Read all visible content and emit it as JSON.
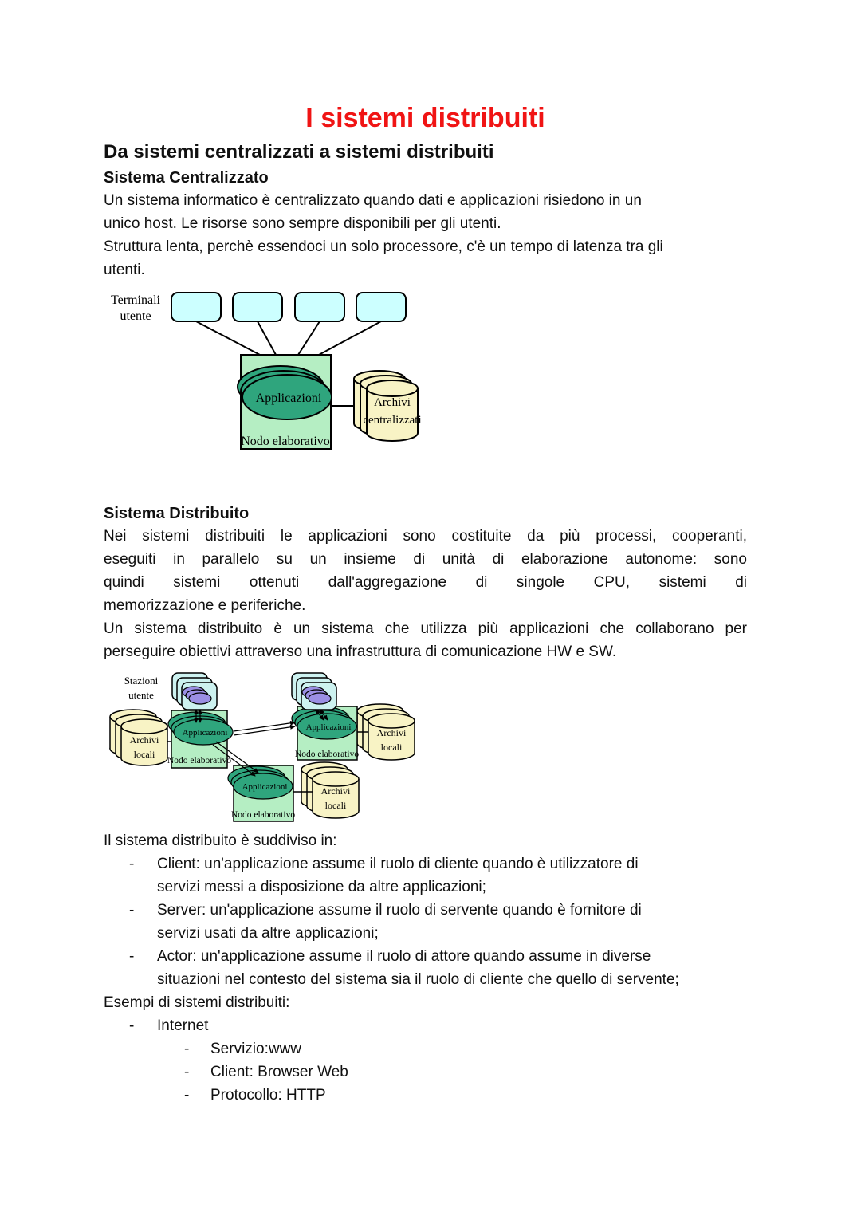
{
  "colors": {
    "title_red": "#f01414",
    "terminal_fill": "#ccffff",
    "station_fill": "#cdf2f0",
    "node_fill": "#b5eec3",
    "app_fill": "#2fa57d",
    "archive_fill": "#f8f3c5",
    "purple_fill": "#9b8fe3",
    "outline": "#000000"
  },
  "header": {
    "title": "I sistemi distribuiti",
    "section": "Da sistemi centralizzati a sistemi distribuiti"
  },
  "centralized": {
    "heading": "Sistema Centralizzato",
    "para1_lines": [
      "Un sistema informatico è centralizzato quando dati e applicazioni risiedono in un",
      "unico host. Le risorse sono sempre disponibili per gli utenti."
    ],
    "para2_lines": [
      "Struttura lenta, perchè essendoci un solo processore, c'è un tempo di latenza tra gli",
      "utenti."
    ],
    "diagram": {
      "terminals_label": [
        "Terminali",
        "utente"
      ],
      "applications": "Applicazioni",
      "node": "Nodo elaborativo",
      "archives": [
        "Archivi",
        "centralizzati"
      ]
    }
  },
  "distributed": {
    "heading": "Sistema Distribuito",
    "para1_lines": [
      "Nei sistemi distribuiti le applicazioni sono costituite da più processi, cooperanti,",
      "eseguiti in parallelo su un insieme di unità di elaborazione autonome: sono",
      "quindi sistemi ottenuti dall'aggregazione di singole CPU, sistemi di",
      "memorizzazione e periferiche."
    ],
    "para2_lines": [
      "Un sistema distribuito è un sistema che utilizza più applicazioni che collaborano per",
      "perseguire obiettivi attraverso una infrastruttura di comunicazione HW e SW."
    ],
    "diagram": {
      "stations_label": [
        "Stazioni",
        "utente"
      ],
      "applications": "Applicazioni",
      "node": "Nodo elaborativo",
      "archives": [
        "Archivi",
        "locali"
      ]
    }
  },
  "division": {
    "intro": "Il sistema distribuito è suddiviso in:",
    "items": [
      [
        "Client: un'applicazione assume il ruolo di cliente quando è utilizzatore di",
        "servizi messi a disposizione da altre applicazioni;"
      ],
      [
        "Server: un'applicazione assume il ruolo di servente quando è fornitore di",
        "servizi usati da altre applicazioni;"
      ],
      [
        "Actor: un'applicazione assume il ruolo di attore quando assume in diverse",
        "situazioni nel contesto del sistema sia il ruolo di cliente che quello di servente;"
      ]
    ]
  },
  "examples": {
    "intro": "Esempi di sistemi distribuiti:",
    "item": "Internet",
    "sub_items": [
      "Servizio:www",
      "Client: Browser Web",
      "Protocollo: HTTP"
    ]
  },
  "lists": {
    "dash": "-"
  }
}
